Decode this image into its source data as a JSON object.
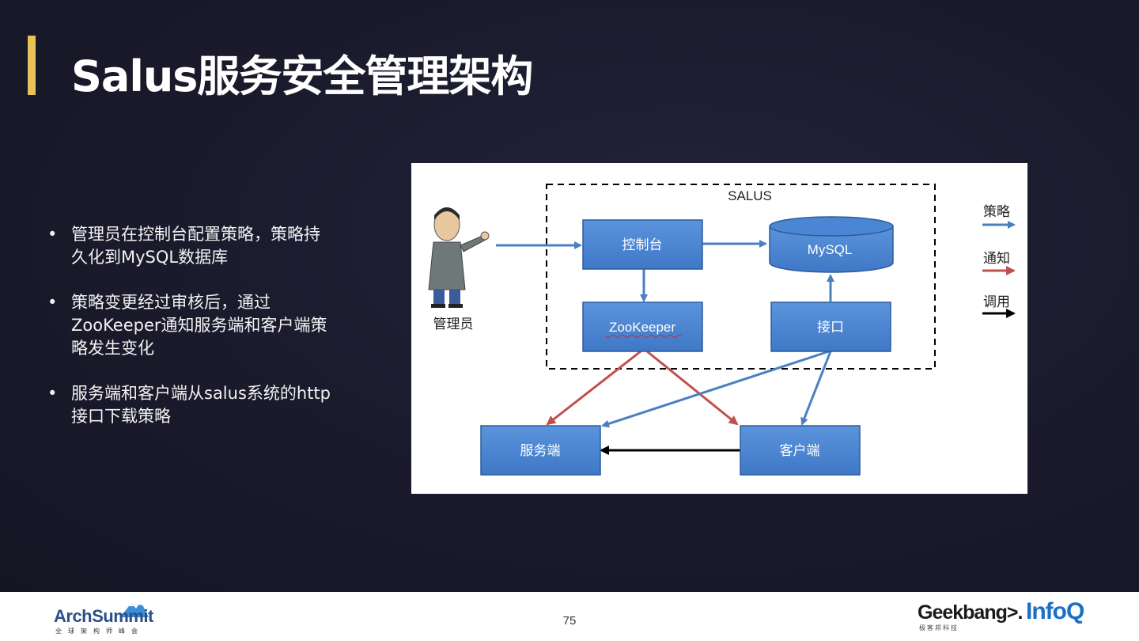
{
  "slide": {
    "title": "Salus服务安全管理架构",
    "accent_color": "#e8c35a",
    "bullets": [
      "管理员在控制台配置策略，策略持久化到MySQL数据库",
      "策略变更经过审核后，通过ZooKeeper通知服务端和客户端策略发生变化",
      "服务端和客户端从salus系统的http接口下载策略"
    ]
  },
  "diagram": {
    "boundary_label": "SALUS",
    "actor_label": "管理员",
    "nodes": {
      "console": "控制台",
      "mysql": "MySQL",
      "zookeeper": "ZooKeeper",
      "api": "接口",
      "server": "服务端",
      "client": "客户端"
    },
    "legend": {
      "policy": "策略",
      "notify": "通知",
      "call": "调用"
    },
    "colors": {
      "box_fill": "#4a86d4",
      "policy_arrow": "#4a7fc0",
      "notify_arrow": "#c0504d",
      "call_arrow": "#000000"
    }
  },
  "footer": {
    "page_number": "75",
    "arch_logo": "ArchSummit",
    "arch_logo_sub": "全球架构师峰会",
    "geek_logo": "Geekbang>.",
    "geek_logo_sub": "极客邦科技",
    "infoq_logo": "InfoQ"
  }
}
